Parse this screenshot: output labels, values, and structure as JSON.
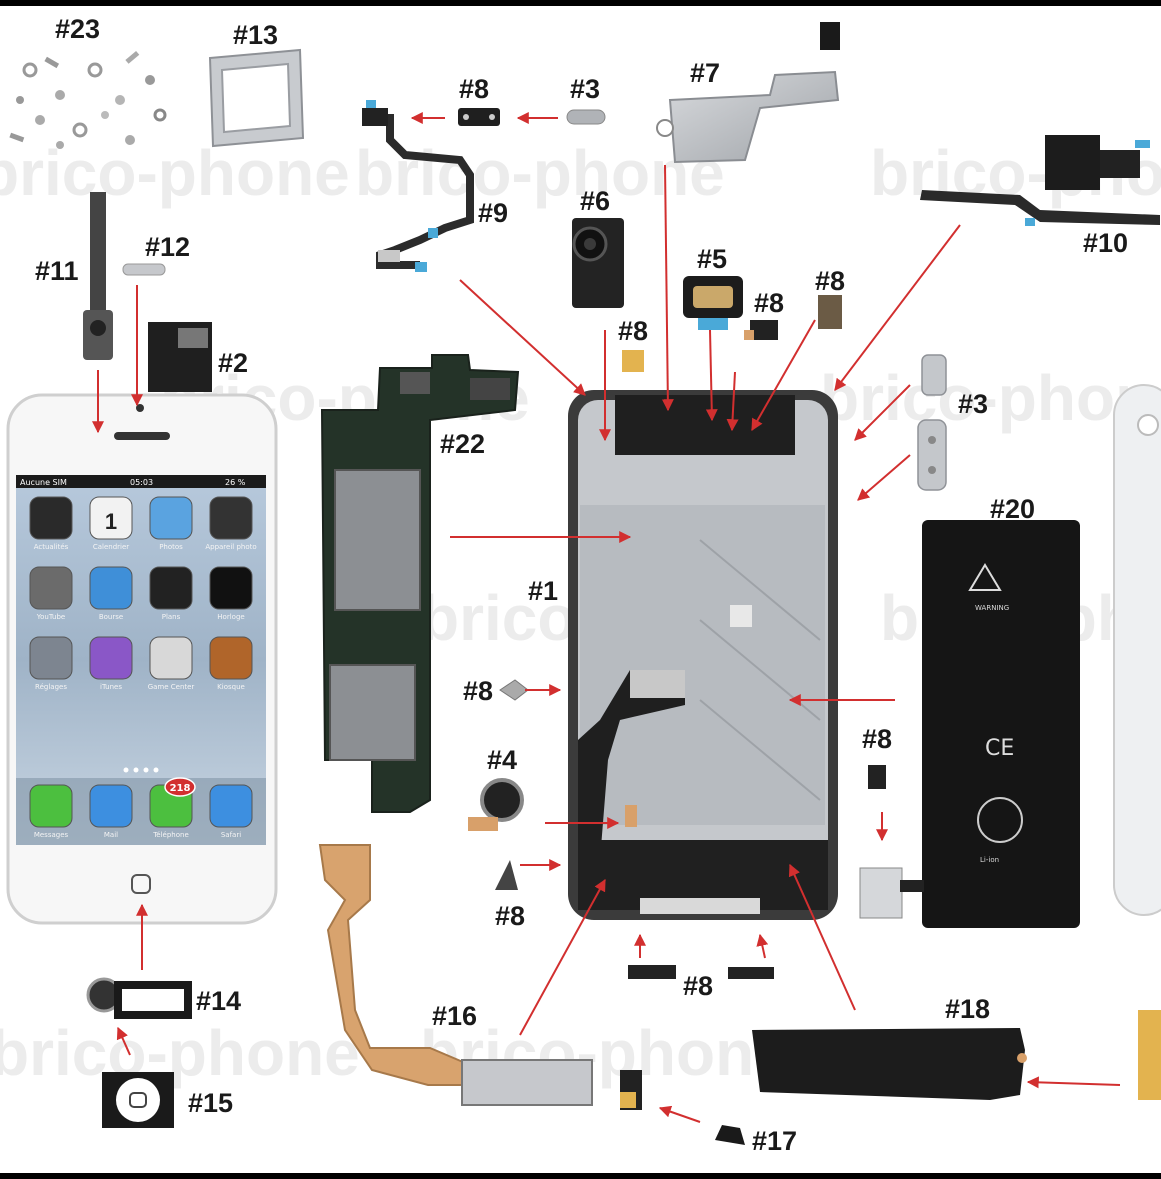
{
  "watermark": "brico-phone",
  "labels": {
    "p1": "#1",
    "p2": "#2",
    "p3a": "#3",
    "p3b": "#3",
    "p4": "#4",
    "p5": "#5",
    "p6": "#6",
    "p7": "#7",
    "p8a": "#8",
    "p8b": "#8",
    "p8c": "#8",
    "p8d": "#8",
    "p8e": "#8",
    "p8f": "#8",
    "p8g": "#8",
    "p8h": "#8",
    "p9": "#9",
    "p10": "#10",
    "p11": "#11",
    "p12": "#12",
    "p13": "#13",
    "p14": "#14",
    "p15": "#15",
    "p16": "#16",
    "p17": "#17",
    "p18": "#18",
    "p20": "#20",
    "p22": "#22",
    "p23": "#23"
  },
  "phone_screen": {
    "carrier": "Aucune SIM",
    "time": "05:03",
    "battery": "26 %",
    "calendar_day": "1",
    "apps": [
      {
        "name": "Actualités",
        "color": "#2a2a2a"
      },
      {
        "name": "Calendrier",
        "color": "#f2f2f2"
      },
      {
        "name": "Photos",
        "color": "#5aa3e0"
      },
      {
        "name": "Appareil photo",
        "color": "#333333"
      },
      {
        "name": "YouTube",
        "color": "#6b6b6b"
      },
      {
        "name": "Bourse",
        "color": "#3f8fd8"
      },
      {
        "name": "Plans",
        "color": "#222222"
      },
      {
        "name": "Horloge",
        "color": "#111111"
      },
      {
        "name": "Réglages",
        "color": "#7d8590"
      },
      {
        "name": "iTunes",
        "color": "#8a57c7"
      },
      {
        "name": "Game Center",
        "color": "#d8d8d8"
      },
      {
        "name": "Kiosque",
        "color": "#b0652a"
      }
    ],
    "dock": [
      {
        "name": "Messages",
        "color": "#4cbf3f"
      },
      {
        "name": "Mail",
        "color": "#3d8fe0"
      },
      {
        "name": "Téléphone",
        "color": "#4cbf3f"
      },
      {
        "name": "Safari",
        "color": "#3d8fe0"
      }
    ],
    "phone_badge": "218"
  },
  "battery": {
    "brand_lines": [
      "WARNING",
      "Li-ion"
    ],
    "ce": "CE"
  },
  "colors": {
    "arrow": "#d22f2f",
    "label": "#1a1a1a",
    "flex_cable": "#d8a36e",
    "metal": "#b9bcc0"
  }
}
